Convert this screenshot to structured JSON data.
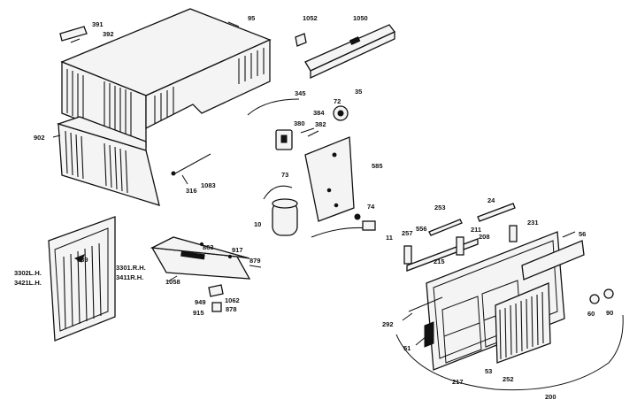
{
  "labels": {
    "l391": "391",
    "l392": "392",
    "l95": "95",
    "l1052": "1052",
    "l1050": "1050",
    "l902": "902",
    "l345": "345",
    "l72": "72",
    "l35": "35",
    "l380": "380",
    "l384": "384",
    "l382": "382",
    "l585": "585",
    "l316": "316",
    "l1083": "1083",
    "l73": "73",
    "l10": "10",
    "l74": "74",
    "l11": "11",
    "l253": "253",
    "l24": "24",
    "l231": "231",
    "l56": "56",
    "l257": "257",
    "l556": "556",
    "l211": "211",
    "l208": "208",
    "l215": "215",
    "l863": "863",
    "l917": "917",
    "l879": "879",
    "l1058": "1058",
    "l1062": "1062",
    "l949": "949",
    "l915": "915",
    "l878": "878",
    "l889": "889",
    "l3302": "3302L.H.",
    "l3421": "3421L.H.",
    "l3301": "3301.R.H.",
    "l3411": "3411R.H.",
    "l292": "292",
    "l51": "51",
    "l53": "53",
    "l252": "252",
    "l217": "217",
    "l200": "200",
    "l60": "60",
    "l90": "90"
  }
}
